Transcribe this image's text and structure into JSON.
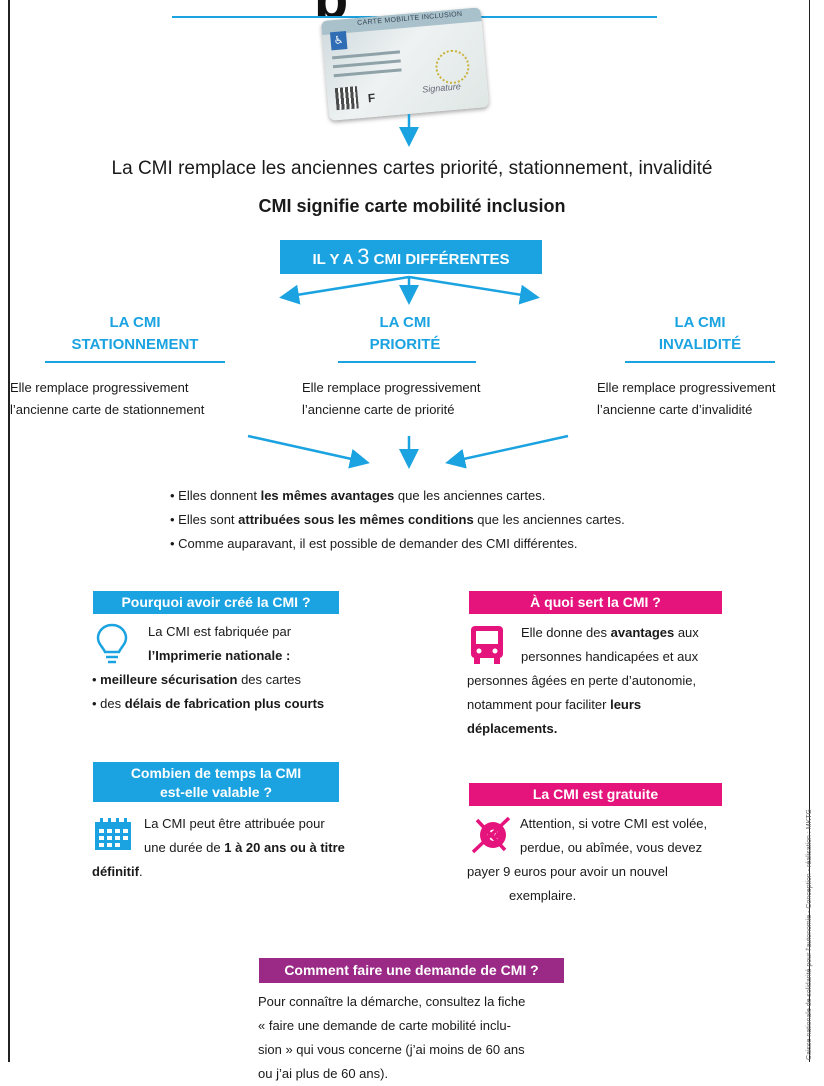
{
  "header": {
    "title_fragment": "p",
    "card_title": "CARTE MOBILITE INCLUSION",
    "card_letter": "F",
    "card_signature": "Signature"
  },
  "intro": {
    "line1": "La CMI remplace les anciennes cartes priorité, stationnement, invalidité",
    "line2": "CMI signifie carte mobilité inclusion"
  },
  "types_pill": {
    "prefix": "IL Y A ",
    "number": "3",
    "suffix": " CMI DIFFÉRENTES"
  },
  "columns": [
    {
      "title1": "LA CMI",
      "title2": "STATIONNEMENT",
      "text1": "Elle remplace progressivement",
      "text2": "l’ancienne carte de stationnement"
    },
    {
      "title1": "LA CMI",
      "title2": "PRIORITÉ",
      "text1": "Elle remplace progressivement",
      "text2": "l’ancienne carte de priorité"
    },
    {
      "title1": "LA CMI",
      "title2": "INVALIDITÉ",
      "text1": "Elle remplace progressivement",
      "text2": "l’ancienne carte d’invalidité"
    }
  ],
  "bullets": [
    {
      "a": "Elles donnent ",
      "b": "les mêmes avantages",
      "c": " que les anciennes cartes."
    },
    {
      "a": "Elles sont ",
      "b": "attribuées sous les mêmes conditions",
      "c": " que les anciennes cartes."
    },
    {
      "a": "Comme auparavant, il est possible de demander des CMI différentes.",
      "b": "",
      "c": ""
    }
  ],
  "why": {
    "heading": "Pourquoi avoir créé la CMI ?",
    "l1": "La CMI est fabriquée par",
    "l2": "l’Imprimerie nationale :",
    "b1_bold": "meilleure sécurisation",
    "b1_rest": " des cartes",
    "b2_pre": "des ",
    "b2_bold": "délais de fabrication plus courts"
  },
  "what": {
    "heading": "À quoi sert la CMI ?",
    "l1_pre": "Elle donne des ",
    "l1_bold": "avantages",
    "l1_post": " aux",
    "l2": "personnes handicapées et aux",
    "l3": "personnes âgées en perte d’autonomie,",
    "l4_pre": "notamment pour faciliter ",
    "l4_bold": "leurs",
    "l5_bold": "déplacements."
  },
  "duration": {
    "heading1": "Combien de temps la CMI",
    "heading2": "est-elle valable ?",
    "l1": "La CMI peut être attribuée pour",
    "l2_pre": "une durée de ",
    "l2_bold": "1 à 20 ans ou à titre",
    "l3_bold": "définitif",
    "l3_post": "."
  },
  "free": {
    "heading": "La CMI est gratuite",
    "l1": "Attention, si votre CMI est volée,",
    "l2": "perdue, ou abîmée, vous devez",
    "l3": "payer 9 euros pour avoir un nouvel",
    "l4": "exemplaire."
  },
  "request": {
    "heading": "Comment faire une demande de CMI ?",
    "l1": "Pour connaître la démarche, consultez la fiche",
    "l2": "« faire une demande de carte mobilité inclu-",
    "l3": "sion » qui vous concerne (j’ai moins de 60 ans",
    "l4": "ou j’ai plus de 60 ans)."
  },
  "credit": "Caisse nationale de solidarité pour l’autonomie - Conception - réalisation : MKTG",
  "colors": {
    "blue": "#1aa3e0",
    "pink": "#e5147d",
    "purple": "#9b2a86"
  },
  "icons": [
    "lightbulb-icon",
    "bus-icon",
    "calendar-icon",
    "euro-crossed-icon",
    "wheelchair-icon"
  ]
}
